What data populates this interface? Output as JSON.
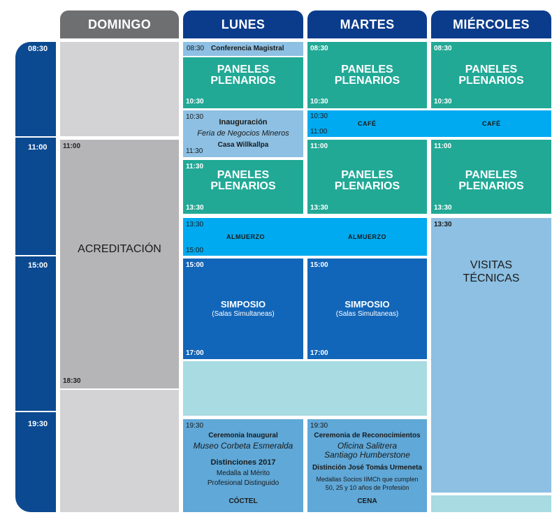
{
  "days": [
    "DOMINGO",
    "LUNES",
    "MARTES",
    "MIÉRCOLES"
  ],
  "timeline": [
    "08:30",
    "11:00",
    "15:00",
    "19:30"
  ],
  "domingo": {
    "acreditacion": "ACREDITACIÓN",
    "start": "11:00",
    "end": "18:30"
  },
  "lunes": {
    "conferencia_time": "08:30",
    "conferencia_label": "Conferencia Magistral",
    "paneles1_label": "PANELES PLENARIOS",
    "paneles1_end": "10:30",
    "inaug_start": "10:30",
    "inaug_title": "Inauguración",
    "inaug_sub": "Feria de Negocios Mineros",
    "inaug_place": "Casa Willkallpa",
    "inaug_end": "11:30",
    "paneles2_start": "11:30",
    "paneles2_label": "PANELES PLENARIOS",
    "paneles2_end": "13:30",
    "almuerzo_start": "13:30",
    "almuerzo_label": "ALMUERZO",
    "almuerzo_end": "15:00",
    "simposio_start": "15:00",
    "simposio_title": "SIMPOSIO",
    "simposio_sub": "(Salas Simultaneas)",
    "simposio_end": "17:00",
    "cer_time": "19:30",
    "cer_title": "Ceremonia Inaugural",
    "cer_place": "Museo Corbeta Esmeralda",
    "cer_dist": "Distinciones 2017",
    "cer_medal": "Medalla al Mérito Profesional Distinguido",
    "cer_end": "CÓCTEL"
  },
  "martes": {
    "paneles1_start": "08:30",
    "paneles1_label": "PANELES PLENARIOS",
    "paneles1_end": "10:30",
    "cafe_start": "10:30",
    "cafe_label": "CAFÉ",
    "cafe_end": "11:00",
    "paneles2_start": "11:00",
    "paneles2_label": "PANELES PLENARIOS",
    "paneles2_end": "13:30",
    "almuerzo_label": "ALMUERZO",
    "simposio_start": "15:00",
    "simposio_title": "SIMPOSIO",
    "simposio_sub": "(Salas Simultaneas)",
    "simposio_end": "17:00",
    "cer_time": "19:30",
    "cer_title": "Ceremonia de Reconocimientos",
    "cer_place1": "Oficina Salitrera",
    "cer_place2": "Santiago Humberstone",
    "cer_dist": "Distinción José Tomás Urmeneta",
    "cer_medal": "Medallas Socios IIMCh que cumplen 50, 25 y 10 años de Profesión",
    "cer_end": "CENA"
  },
  "miercoles": {
    "paneles1_start": "08:30",
    "paneles1_label": "PANELES PLENARIOS",
    "paneles1_end": "10:30",
    "cafe_label": "CAFÉ",
    "paneles2_start": "11:00",
    "paneles2_label": "PANELES PLENARIOS",
    "paneles2_end": "13:30",
    "visitas_start": "13:30",
    "visitas_label": "VISITAS TÉCNICAS"
  },
  "colors": {
    "header_blue": "#0b3c8c",
    "header_gray": "#6e6f71",
    "timebar": "#0b4a91",
    "teal": "#21a996",
    "cyan": "#00aaf0",
    "light_blue": "#8dc0e3",
    "blue": "#1266b9",
    "pale_teal": "#a8dbe2",
    "gray": "#d3d3d5"
  }
}
